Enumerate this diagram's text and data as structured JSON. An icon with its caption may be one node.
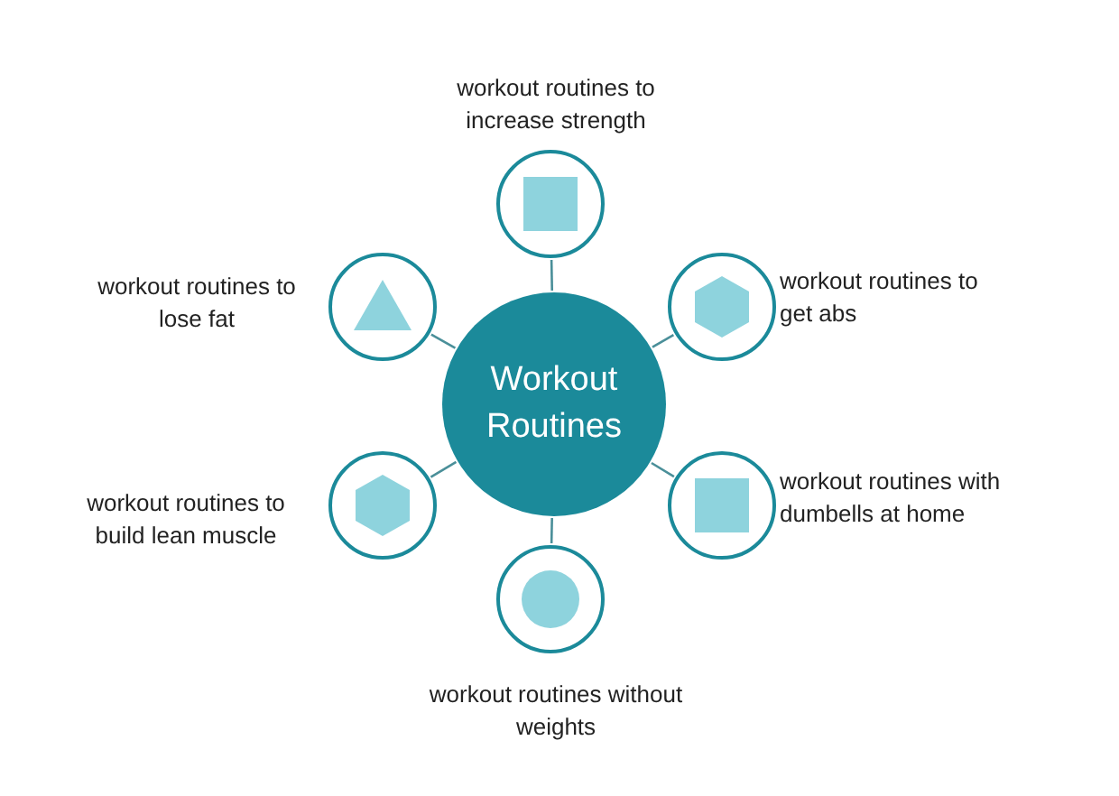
{
  "diagram": {
    "nodes": [
      {
        "text": [],
        "shape": "circle",
        "beside": [
          "workout routines to increase strength"
        ]
      },
      {
        "text": [],
        "shape": "square",
        "in": 0
      },
      {
        "text": [],
        "shape": "circle",
        "beside": [
          "workout routines to lose fat"
        ]
      },
      {
        "text": [],
        "shape": "triangle",
        "in": 2
      },
      {
        "text": [],
        "shape": "circle",
        "beside": [
          "workout routines to get abs"
        ]
      },
      {
        "text": [],
        "shape": "hexagon",
        "in": 4
      },
      {
        "text": [
          "Workout Routines"
        ]
      },
      {
        "text": [],
        "shape": "circle",
        "beside": [
          "workout routines to build lean muscle"
        ]
      },
      {
        "text": [],
        "shape": "hexagon",
        "in": 7
      },
      {
        "text": [],
        "shape": "circle",
        "beside": [
          "workout routines with dumbells at home"
        ]
      },
      {
        "text": [],
        "shape": "square",
        "in": 9
      },
      {
        "text": [],
        "shape": "circle",
        "beside": [
          "workout routines without weights"
        ]
      },
      {
        "text": [],
        "shape": "circle",
        "in": 11
      }
    ],
    "edges": [
      {
        "from": 6,
        "to": 0,
        "arrow": "none"
      },
      {
        "from": 6,
        "to": 2,
        "arrow": "none"
      },
      {
        "from": 6,
        "to": 4,
        "arrow": "none"
      },
      {
        "from": 6,
        "to": 7,
        "arrow": "none"
      },
      {
        "from": 6,
        "to": 9,
        "arrow": "none"
      },
      {
        "from": 6,
        "to": 11,
        "arrow": "none"
      }
    ]
  }
}
